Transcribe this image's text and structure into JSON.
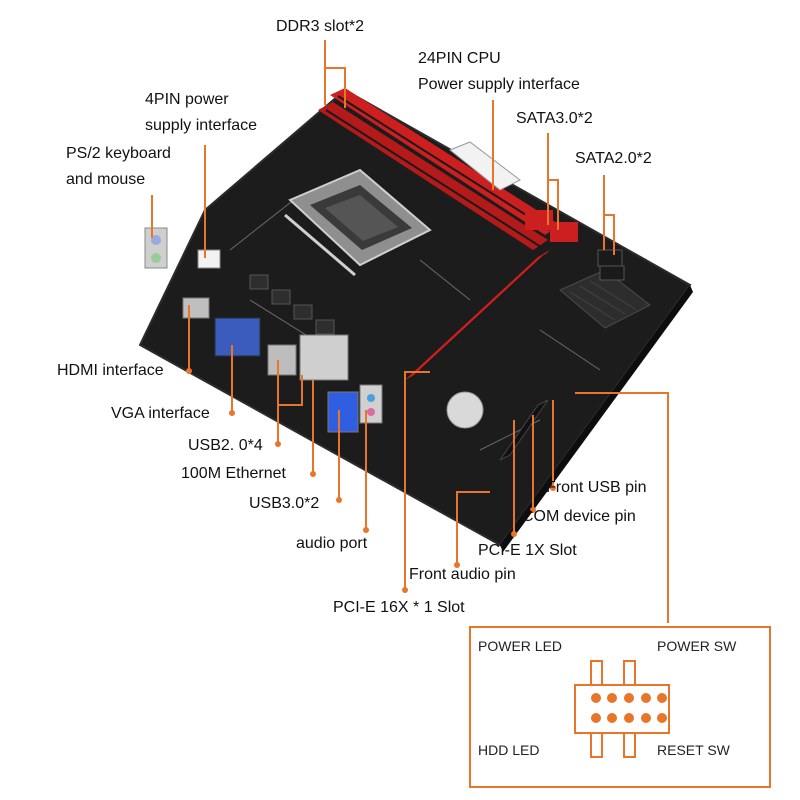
{
  "labels": {
    "ddr3": "DDR3 slot*2",
    "cpu24_1": "24PIN CPU",
    "cpu24_2": "Power supply interface",
    "sata3": "SATA3.0*2",
    "sata2": "SATA2.0*2",
    "pin4_1": "4PIN power",
    "pin4_2": "supply interface",
    "ps2_1": "PS/2 keyboard",
    "ps2_2": "and mouse",
    "hdmi": "HDMI interface",
    "vga": "VGA interface",
    "usb2": "USB2. 0*4",
    "ethernet": "100M Ethernet",
    "usb3": "USB3.0*2",
    "audio": "audio port",
    "front_usb": "Front USB pin",
    "com": "COM device pin",
    "pcie1x": "PCI-E 1X Slot",
    "front_audio": "Front audio pin",
    "pcie16x": "PCI-E 16X * 1 Slot"
  },
  "panel": {
    "power_led": "POWER LED",
    "power_sw": "POWER SW",
    "hdd_led": "HDD LED",
    "reset_sw": "RESET SW"
  },
  "colors": {
    "accent": "#e8762a",
    "board": "#1e1e1e",
    "slot_red": "#cc1f1f"
  }
}
